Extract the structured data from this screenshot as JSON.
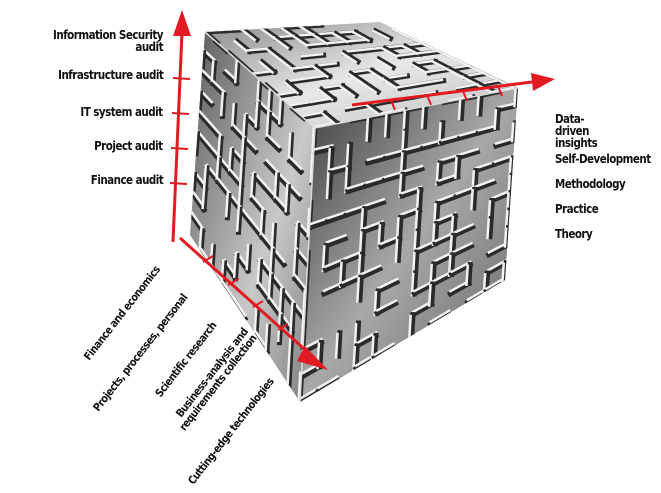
{
  "colors": {
    "axis": "#e21b22",
    "text": "#111111",
    "cube_light": "#e6e6e6",
    "cube_mid": "#9a9a9a",
    "cube_dark": "#2b2b2b"
  },
  "icons": {
    "cube": "maze-cube-icon"
  },
  "axes": {
    "vertical": {
      "labels": [
        "Information Security audit",
        "Infrastructure audit",
        "IT system audit",
        "Project audit",
        "Finance audit"
      ]
    },
    "horizontal": {
      "labels": [
        "Data-driven insights",
        "Self-Development",
        "Methodology",
        "Practice",
        "Theory"
      ]
    },
    "depth": {
      "labels": [
        "Finance and economics",
        "Projects, processes, personal",
        "Scientific research",
        "Business-analysis and requirements collection",
        "Cutting-edge technologies"
      ]
    }
  }
}
